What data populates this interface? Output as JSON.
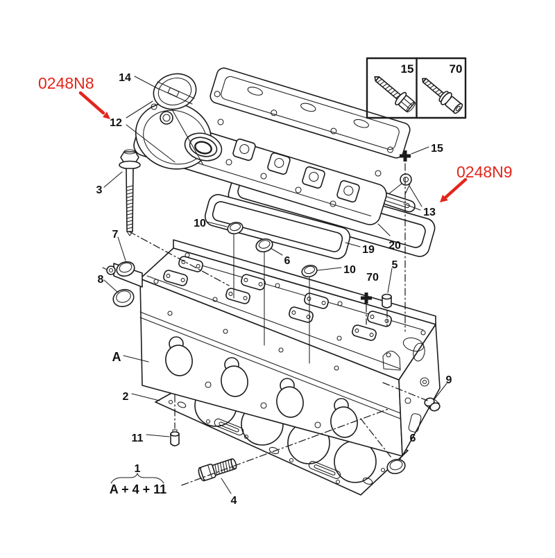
{
  "colors": {
    "ink": "#1b1b1b",
    "red": "#e2261c",
    "background": "#ffffff"
  },
  "red_callouts": {
    "n8": "0248N8",
    "n9": "0248N9"
  },
  "inset": {
    "cell1_label": "15",
    "cell2_label": "70"
  },
  "labels": {
    "l14": "14",
    "l12": "12",
    "l3": "3",
    "l7": "7",
    "l8": "8",
    "l10_left": "10",
    "l6_mid": "6",
    "l10_right": "10",
    "l19": "19",
    "l20": "20",
    "l15_top": "15",
    "l13": "13",
    "l70_mid": "70",
    "l5": "5",
    "lA": "A",
    "l2": "2",
    "l11": "11",
    "l9": "9",
    "l6_bottom": "6",
    "l4": "4",
    "l1": "1",
    "l_formula": "A + 4 + 11"
  }
}
